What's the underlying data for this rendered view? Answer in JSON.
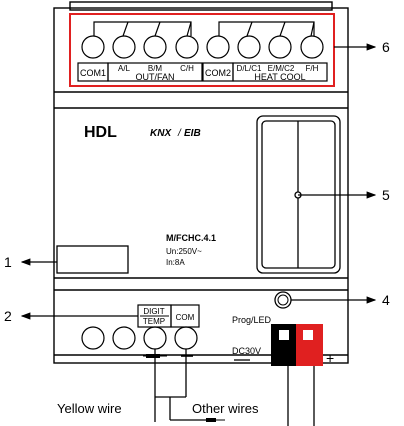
{
  "device": {
    "brand": "HDL",
    "logo_knx": "KNX",
    "logo_eib": "EIB",
    "model": "M/FCHC.4.1",
    "voltage": "Un:250V~",
    "current": "In:8A",
    "prog_led": "Prog/LED",
    "dc30v": "DC30V"
  },
  "terminals_top": {
    "pins": [
      "A/L",
      "B/M",
      "C/H",
      "D/L/C1",
      "E/M/C2",
      "F/H"
    ],
    "com1": "COM1",
    "com2": "COM2",
    "group1": "OUT/FAN",
    "group2": "HEAT COOL"
  },
  "terminals_bottom": {
    "digit": "DIGIT",
    "temp": "TEMP",
    "com": "COM"
  },
  "wires": {
    "yellow": "Yellow wire",
    "other": "Other wires"
  },
  "callouts": [
    "1",
    "2",
    "4",
    "5",
    "6"
  ],
  "colors": {
    "highlight_box": "#e02020",
    "black_terminal": "#000000",
    "red_terminal": "#e02020"
  }
}
